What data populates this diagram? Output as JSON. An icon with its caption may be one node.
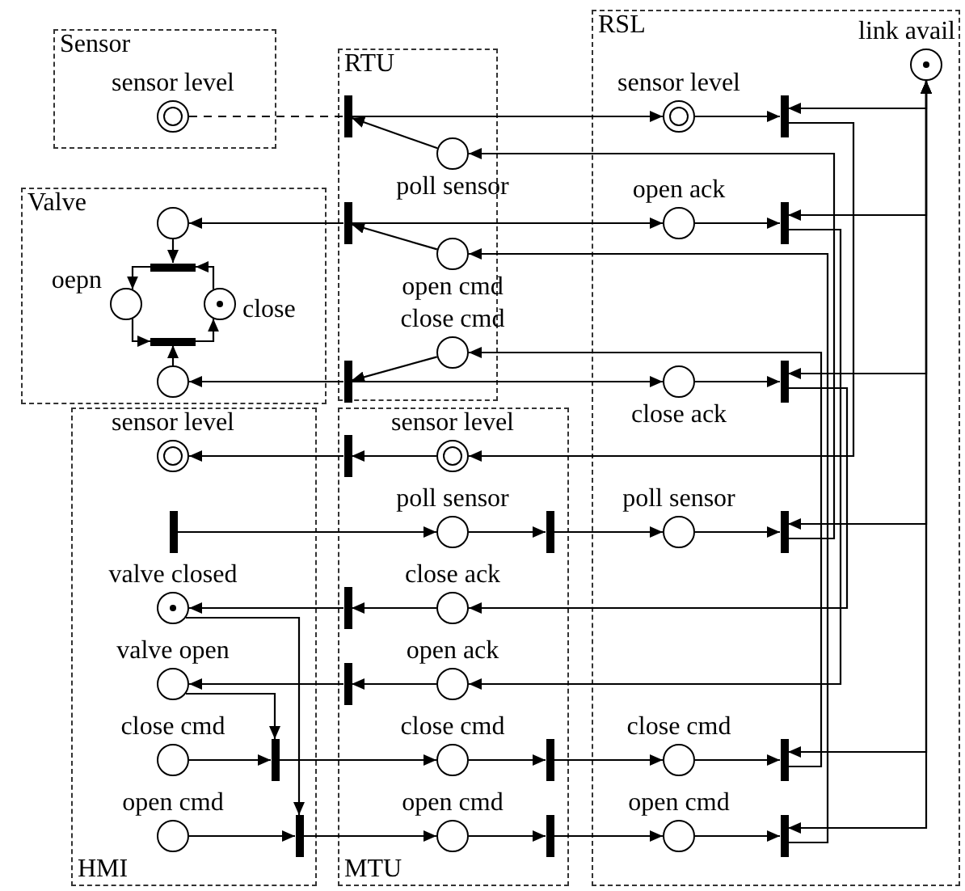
{
  "diagram": {
    "nodes": [
      {
        "text": [
          "Sensor"
        ]
      },
      {
        "text": [
          "sensor level"
        ],
        "in": 0
      },
      {
        "text": [
          "RTU"
        ]
      },
      {
        "text": [
          "RSL"
        ]
      },
      {
        "text": [
          "link avail"
        ],
        "in": 3
      },
      {
        "text": [],
        "shape": "bar",
        "in": 2
      },
      {
        "text": [
          "sensor level"
        ],
        "in": 3
      },
      {
        "text": [],
        "shape": "bar",
        "in": 3
      },
      {
        "text": [
          "poll sensor"
        ],
        "in": 2
      },
      {
        "text": [
          "Valve"
        ]
      },
      {
        "text": [],
        "shape": "circle",
        "in": 9
      },
      {
        "text": [],
        "shape": "bar",
        "in": 2
      },
      {
        "text": [
          "open ack"
        ],
        "in": 3
      },
      {
        "text": [],
        "shape": "bar",
        "in": 3
      },
      {
        "text": [
          "open cmd"
        ],
        "in": 2
      },
      {
        "text": [],
        "shape": "bar",
        "in": 9
      },
      {
        "text": [
          "oepn"
        ],
        "in": 9
      },
      {
        "text": [
          "close"
        ],
        "in": 9
      },
      {
        "text": [],
        "shape": "bar",
        "in": 9
      },
      {
        "text": [
          "close cmd"
        ],
        "in": 2
      },
      {
        "text": [],
        "shape": "circle",
        "in": 9
      },
      {
        "text": [],
        "shape": "bar",
        "in": 2
      },
      {
        "text": [
          "close ack"
        ],
        "in": 3
      },
      {
        "text": [],
        "shape": "bar",
        "in": 3
      },
      {
        "text": [
          "HMI"
        ]
      },
      {
        "text": [
          "MTU"
        ]
      },
      {
        "text": [
          "sensor level"
        ],
        "in": 24
      },
      {
        "text": [],
        "shape": "bar",
        "in": 25
      },
      {
        "text": [
          "sensor level"
        ],
        "in": 25
      },
      {
        "text": [],
        "shape": "bar",
        "in": 24
      },
      {
        "text": [
          "poll sensor"
        ],
        "in": 25
      },
      {
        "text": [],
        "shape": "bar",
        "in": 25
      },
      {
        "text": [
          "poll sensor"
        ],
        "in": 3
      },
      {
        "text": [],
        "shape": "bar",
        "in": 3
      },
      {
        "text": [
          "valve closed"
        ],
        "in": 24
      },
      {
        "text": [],
        "shape": "bar",
        "in": 25
      },
      {
        "text": [
          "close ack"
        ],
        "in": 25
      },
      {
        "text": [
          "valve open"
        ],
        "in": 24
      },
      {
        "text": [],
        "shape": "bar",
        "in": 25
      },
      {
        "text": [
          "open ack"
        ],
        "in": 25
      },
      {
        "text": [
          "close cmd"
        ],
        "in": 24
      },
      {
        "text": [],
        "shape": "bar",
        "in": 24
      },
      {
        "text": [
          "close cmd"
        ],
        "in": 25
      },
      {
        "text": [],
        "shape": "bar",
        "in": 25
      },
      {
        "text": [
          "close cmd"
        ],
        "in": 3
      },
      {
        "text": [],
        "shape": "bar",
        "in": 3
      },
      {
        "text": [
          "open cmd"
        ],
        "in": 24
      },
      {
        "text": [],
        "shape": "bar",
        "in": 24
      },
      {
        "text": [
          "open cmd"
        ],
        "in": 25
      },
      {
        "text": [],
        "shape": "bar",
        "in": 25
      },
      {
        "text": [
          "open cmd"
        ],
        "in": 3
      },
      {
        "text": [],
        "shape": "bar",
        "in": 3
      }
    ],
    "edges": [
      {
        "from": 1,
        "to": 5,
        "arrow": "none",
        "style": "dashed"
      },
      {
        "from": 8,
        "to": 5,
        "arrow": "to"
      },
      {
        "from": 5,
        "to": 6,
        "arrow": "to"
      },
      {
        "from": 6,
        "to": 7,
        "arrow": "to"
      },
      {
        "from": 4,
        "to": 7,
        "arrow": "both"
      },
      {
        "from": 7,
        "to": 28,
        "arrow": "to"
      },
      {
        "from": 14,
        "to": 11,
        "arrow": "to"
      },
      {
        "from": 11,
        "to": 10,
        "arrow": "to"
      },
      {
        "from": 11,
        "to": 12,
        "arrow": "to"
      },
      {
        "from": 12,
        "to": 13,
        "arrow": "to"
      },
      {
        "from": 4,
        "to": 13,
        "arrow": "both"
      },
      {
        "from": 13,
        "to": 39,
        "arrow": "to"
      },
      {
        "from": 10,
        "to": 15,
        "arrow": "to"
      },
      {
        "from": 17,
        "to": 15,
        "arrow": "to"
      },
      {
        "from": 15,
        "to": 16,
        "arrow": "to"
      },
      {
        "from": 16,
        "to": 18,
        "arrow": "to"
      },
      {
        "from": 18,
        "to": 17,
        "arrow": "to"
      },
      {
        "from": 20,
        "to": 18,
        "arrow": "to"
      },
      {
        "from": 19,
        "to": 21,
        "arrow": "to"
      },
      {
        "from": 21,
        "to": 20,
        "arrow": "to"
      },
      {
        "from": 21,
        "to": 22,
        "arrow": "to"
      },
      {
        "from": 22,
        "to": 23,
        "arrow": "to"
      },
      {
        "from": 4,
        "to": 23,
        "arrow": "both"
      },
      {
        "from": 23,
        "to": 36,
        "arrow": "to"
      },
      {
        "from": 28,
        "to": 27,
        "arrow": "to"
      },
      {
        "from": 27,
        "to": 26,
        "arrow": "to"
      },
      {
        "from": 29,
        "to": 30,
        "arrow": "to"
      },
      {
        "from": 30,
        "to": 31,
        "arrow": "to"
      },
      {
        "from": 31,
        "to": 32,
        "arrow": "to"
      },
      {
        "from": 32,
        "to": 33,
        "arrow": "to"
      },
      {
        "from": 4,
        "to": 33,
        "arrow": "both"
      },
      {
        "from": 33,
        "to": 8,
        "arrow": "to"
      },
      {
        "from": 36,
        "to": 35,
        "arrow": "to"
      },
      {
        "from": 35,
        "to": 34,
        "arrow": "to"
      },
      {
        "from": 39,
        "to": 38,
        "arrow": "to"
      },
      {
        "from": 38,
        "to": 37,
        "arrow": "to"
      },
      {
        "from": 40,
        "to": 41,
        "arrow": "to"
      },
      {
        "from": 37,
        "to": 41,
        "arrow": "to"
      },
      {
        "from": 41,
        "to": 42,
        "arrow": "to"
      },
      {
        "from": 42,
        "to": 43,
        "arrow": "to"
      },
      {
        "from": 43,
        "to": 44,
        "arrow": "to"
      },
      {
        "from": 44,
        "to": 45,
        "arrow": "to"
      },
      {
        "from": 4,
        "to": 45,
        "arrow": "both"
      },
      {
        "from": 45,
        "to": 19,
        "arrow": "to"
      },
      {
        "from": 46,
        "to": 47,
        "arrow": "to"
      },
      {
        "from": 34,
        "to": 47,
        "arrow": "to"
      },
      {
        "from": 47,
        "to": 48,
        "arrow": "to"
      },
      {
        "from": 48,
        "to": 49,
        "arrow": "to"
      },
      {
        "from": 49,
        "to": 50,
        "arrow": "to"
      },
      {
        "from": 50,
        "to": 51,
        "arrow": "to"
      },
      {
        "from": 4,
        "to": 51,
        "arrow": "both"
      },
      {
        "from": 51,
        "to": 14,
        "arrow": "to"
      }
    ]
  }
}
